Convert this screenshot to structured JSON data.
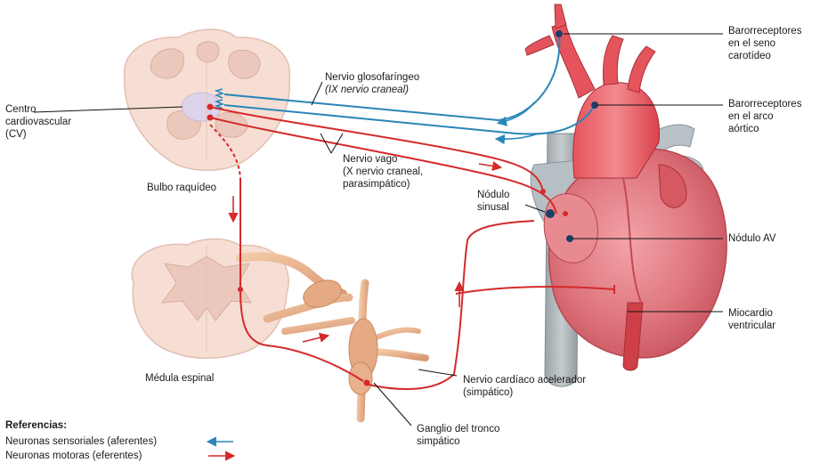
{
  "labels": {
    "centro_1": "Centro",
    "centro_2": "cardiovascular",
    "centro_3": "(CV)",
    "bulbo": "Bulbo raquídeo",
    "medula": "Médula espinal",
    "glosofaringeo_1": "Nervio glosofaríngeo",
    "glosofaringeo_2": "(IX nervio craneal)",
    "vago_1": "Nervio vago",
    "vago_2": "(X nervio craneal,",
    "vago_3": "parasimpático)",
    "nodulo_sinusal_1": "Nódulo",
    "nodulo_sinusal_2": "sinusal",
    "cardiaco_1": "Nervio cardíaco acelerador",
    "cardiaco_2": "(simpático)",
    "ganglio_1": "Ganglio del tronco",
    "ganglio_2": "simpático",
    "baro_seno_1": "Barorreceptores",
    "baro_seno_2": "en el seno",
    "baro_seno_3": "carotídeo",
    "baro_arco_1": "Barorreceptores",
    "baro_arco_2": "en el arco",
    "baro_arco_3": "aórtico",
    "nodulo_av": "Nódulo AV",
    "miocardio_1": "Miocardio",
    "miocardio_2": "ventricular"
  },
  "legend": {
    "title": "Referencias:",
    "sensory": "Neuronas sensoriales (aferentes)",
    "motor": "Neuronas motoras (eferentes)"
  },
  "colors": {
    "sensory": "#2a86b8",
    "motor": "#d42a2a"
  }
}
